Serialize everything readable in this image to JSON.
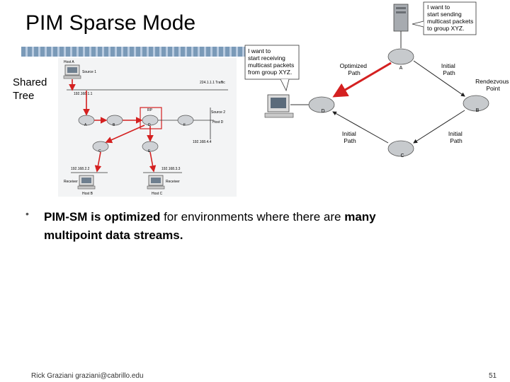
{
  "title": "PIM Sparse Mode",
  "side_label": {
    "line1": "Shared",
    "line2": "Tree"
  },
  "left_diagram": {
    "host_a": "Host A",
    "source1": "Source 1",
    "traffic": "224.1.1.1 Traffic",
    "ip_source1": "192.168.1.1",
    "rp": "RP",
    "source2": "Source 2",
    "host_d": "Host D",
    "ip_host_d": "192.168.4.4",
    "ip_receiver_b": "192.168.2.2",
    "ip_receiver_c": "192.168.3.3",
    "receiver": "Receiver",
    "host_b": "Host B",
    "host_c": "Host C",
    "routers": {
      "a": "A",
      "b": "B",
      "d": "D",
      "f": "F",
      "c": "C",
      "e": "E"
    }
  },
  "right_diagram": {
    "callout_top": [
      "I want to",
      "start sending",
      "multicast packets",
      "to group XYZ."
    ],
    "callout_left": [
      "I want to",
      "start receiving",
      "multicast packets",
      "from group XYZ."
    ],
    "optimized_path": [
      "Optimized",
      "Path"
    ],
    "initial_path_tr": [
      "Initial",
      "Path"
    ],
    "rendezvous_point": [
      "Rendezvous",
      "Point"
    ],
    "initial_path_bl": [
      "Initial",
      "Path"
    ],
    "initial_path_br": [
      "Initial",
      "Path"
    ],
    "routers": {
      "a": "A",
      "b": "B",
      "c": "C",
      "d": "D"
    }
  },
  "bullet": {
    "marker": "•",
    "part1": "PIM-SM is optimized",
    "part2": " for environments where there are ",
    "part3": "many",
    "line2": "multipoint data streams."
  },
  "footer": {
    "left": "Rick Graziani  graziani@cabrillo.edu",
    "right": "51"
  }
}
